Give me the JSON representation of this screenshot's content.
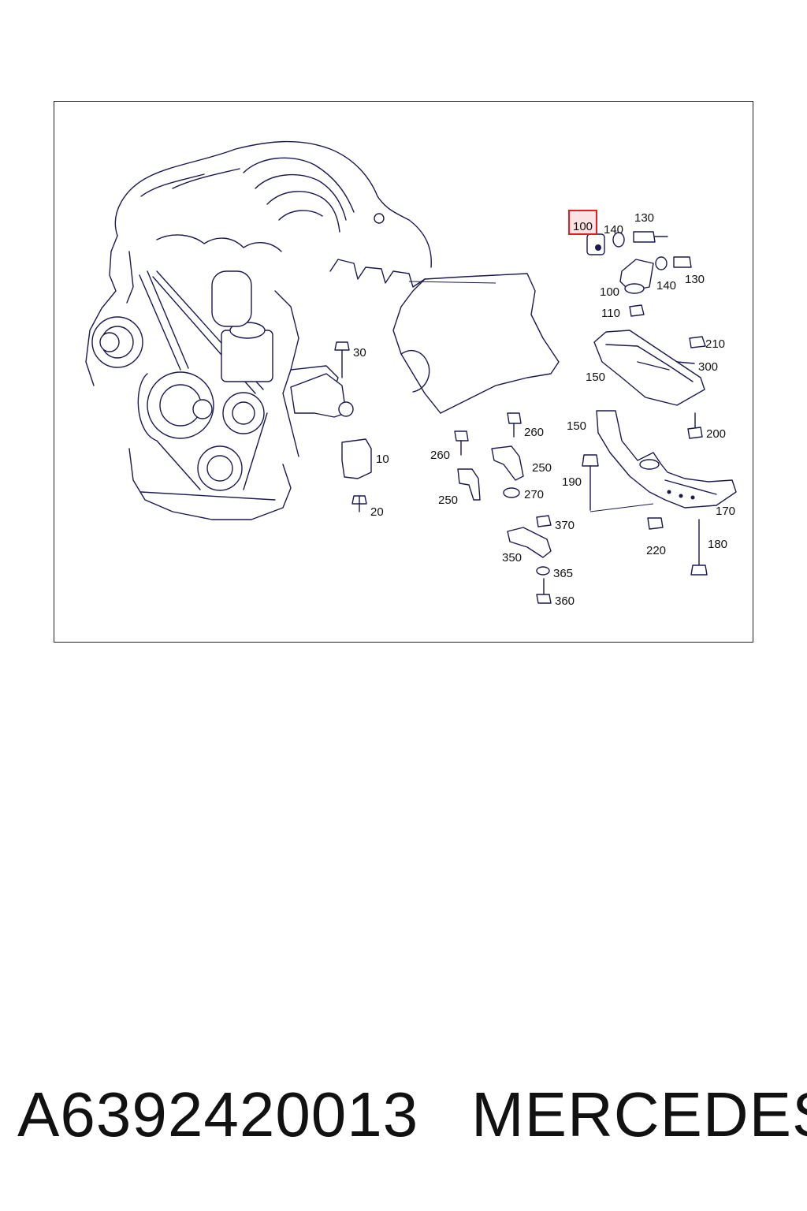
{
  "diagram": {
    "highlighted_callout": "100",
    "callouts": {
      "c100_highlight": "100",
      "c140_a": "140",
      "c130_a": "130",
      "c100_b": "100",
      "c140_b": "140",
      "c130_b": "130",
      "c110": "110",
      "c210": "210",
      "c300": "300",
      "c150_a": "150",
      "c150_b": "150",
      "c200": "200",
      "c30": "30",
      "c10": "10",
      "c20": "20",
      "c260_a": "260",
      "c260_b": "260",
      "c250_a": "250",
      "c250_b": "250",
      "c270": "270",
      "c190": "190",
      "c170": "170",
      "c370": "370",
      "c350": "350",
      "c365": "365",
      "c360": "360",
      "c220": "220",
      "c180": "180"
    },
    "colors": {
      "line": "#1a1a50",
      "highlight_border": "#e02020",
      "highlight_fill": "#fbe3e3"
    }
  },
  "caption": {
    "part_number": "A6392420013",
    "brand": "MERCEDES"
  }
}
